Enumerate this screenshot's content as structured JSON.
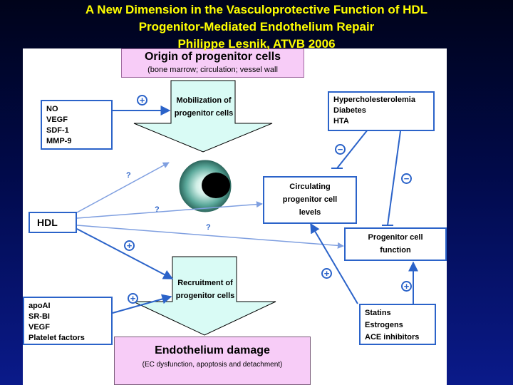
{
  "title": {
    "line1": "A New Dimension in the Vasculoprotective Function of HDL",
    "line2": "Progenitor-Mediated Endothelium Repair",
    "line3": "Philippe Lesnik, ATVB 2006"
  },
  "origin": {
    "title": "Origin of progenitor cells",
    "subtitle": "(bone marrow; circulation; vessel wall"
  },
  "mobilization": {
    "line1": "Mobilization of",
    "line2": "progenitor cells"
  },
  "recruitment": {
    "line1": "Recruitment of",
    "line2": "progenitor cells"
  },
  "damage": {
    "title": "Endothelium damage",
    "subtitle": "(EC dysfunction, apoptosis and detachment)"
  },
  "factors_box": {
    "items": [
      "NO",
      "VEGF",
      "SDF-1",
      "MMP-9"
    ]
  },
  "risk_box": {
    "items": [
      "Hypercholesterolemia",
      "Diabetes",
      "HTA"
    ]
  },
  "hdl_box": {
    "label": "HDL"
  },
  "circulating_box": {
    "line1": "Circulating",
    "line2": "progenitor cell",
    "line3": "levels"
  },
  "function_box": {
    "line1": "Progenitor cell",
    "line2": "function"
  },
  "apo_box": {
    "items": [
      "apoAI",
      "SR-BI",
      "VEGF",
      "Platelet factors"
    ]
  },
  "drugs_box": {
    "items": [
      "Statins",
      "Estrogens",
      "ACE inhibitors"
    ]
  },
  "signs": {
    "plus": "+",
    "minus": "−",
    "question": "?"
  },
  "colors": {
    "accent": "#2b63c9",
    "title_yellow": "#ffff00",
    "pink": "#f7ccf7",
    "arrow_fill": "#d9fbf5"
  }
}
